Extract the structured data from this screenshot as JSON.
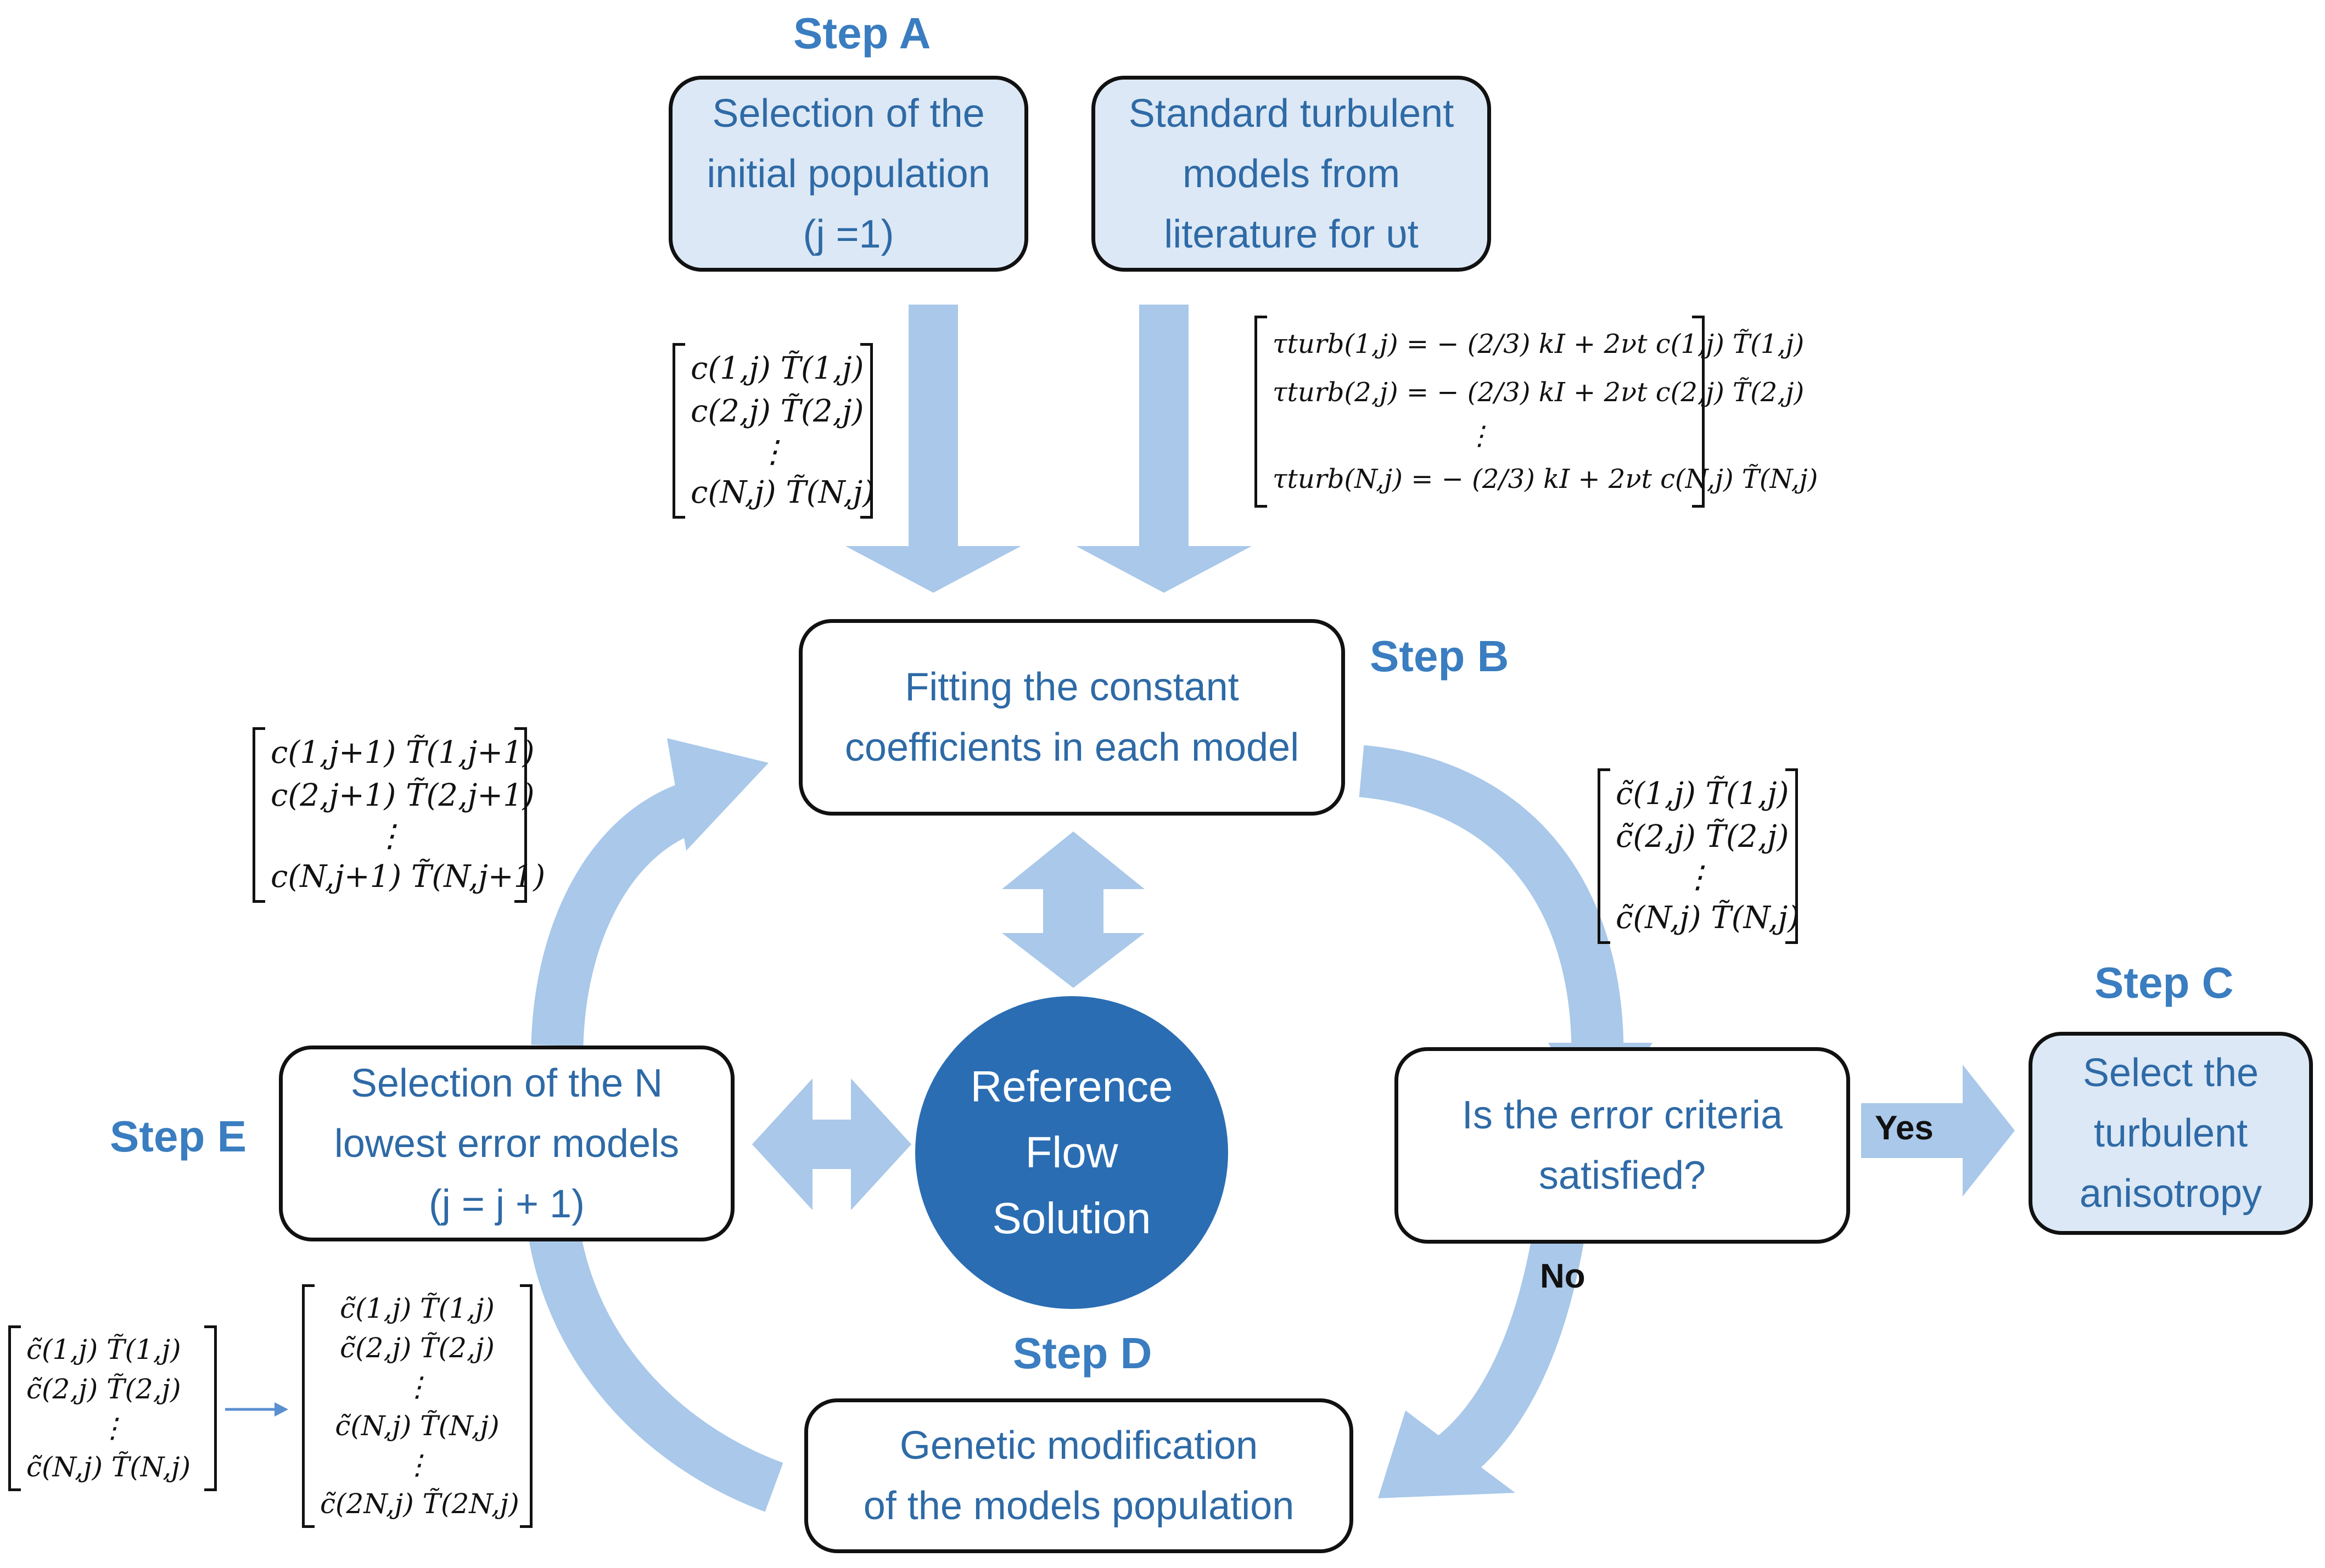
{
  "steps": {
    "a": "Step A",
    "b": "Step B",
    "c": "Step C",
    "d": "Step D",
    "e": "Step E"
  },
  "boxes": {
    "initial_population": [
      "Selection of the",
      "initial population",
      "(j =1)"
    ],
    "standard_models": [
      "Standard turbulent",
      "models from",
      "literature for υt"
    ],
    "fitting": [
      "Fitting the constant",
      "coefficients in each model"
    ],
    "error_check": [
      "Is the error criteria",
      "satisfied?"
    ],
    "select_anisotropy": [
      "Select the",
      "turbulent",
      "anisotropy"
    ],
    "genetic": [
      "Genetic modification",
      "of the models population"
    ],
    "lowest_error": [
      "Selection of the N",
      "lowest error models",
      "(j = j + 1)"
    ]
  },
  "center": [
    "Reference",
    "Flow",
    "Solution"
  ],
  "decisions": {
    "yes": "Yes",
    "no": "No"
  },
  "matrices": {
    "initial": [
      "c(1,j) T̃(1,j)",
      "c(2,j) T̃(2,j)",
      "⋮",
      "c(N,j) T̃(N,j)"
    ],
    "tau": [
      "τturb(1,j) = − (2/3) kI + 2νt c(1,j) T̃(1,j)",
      "τturb(2,j) = − (2/3) kI + 2νt c(2,j) T̃(2,j)",
      "⋮",
      "τturb(N,j) = − (2/3) kI + 2νt c(N,j) T̃(N,j)"
    ],
    "fitted": [
      "c̃(1,j) T̃(1,j)",
      "c̃(2,j) T̃(2,j)",
      "⋮",
      "c̃(N,j) T̃(N,j)"
    ],
    "next": [
      "c(1,j+1) T̃(1,j+1)",
      "c(2,j+1) T̃(2,j+1)",
      "⋮",
      "c(N,j+1) T̃(N,j+1)"
    ],
    "bottom_left": [
      "c̃(1,j) T̃(1,j)",
      "c̃(2,j) T̃(2,j)",
      "⋮",
      "c̃(N,j) T̃(N,j)"
    ],
    "bottom_mid": [
      "c̃(1,j) T̃(1,j)",
      "c̃(2,j) T̃(2,j)",
      "⋮",
      "c̃(N,j) T̃(N,j)",
      "⋮",
      "c̃(2N,j) T̃(2N,j)"
    ]
  },
  "colors": {
    "arrow": "#a9c8ea",
    "box_fill": "#dce8f5",
    "circle": "#2a6db3",
    "step_text": "#3a7dc0"
  }
}
